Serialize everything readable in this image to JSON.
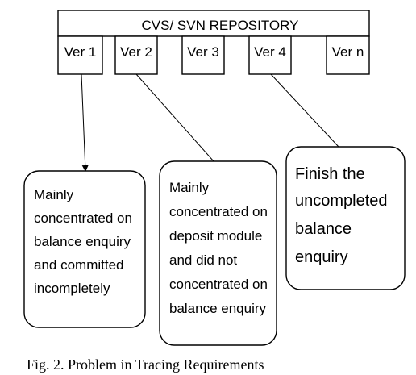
{
  "repository": {
    "title": "CVS/ SVN REPOSITORY",
    "versions": [
      {
        "label": "Ver 1"
      },
      {
        "label": "Ver 2"
      },
      {
        "label": "Ver 3"
      },
      {
        "label": "Ver 4"
      },
      {
        "label": "Ver n"
      }
    ]
  },
  "notes": [
    {
      "lines": [
        "Mainly",
        "concentrated on",
        "balance enquiry",
        "and committed",
        "incompletely"
      ]
    },
    {
      "lines": [
        "Mainly",
        "concentrated on",
        "deposit module",
        "and did not",
        "concentrated on",
        "balance enquiry"
      ]
    },
    {
      "lines": [
        "Finish the",
        "uncompleted",
        "balance",
        "enquiry"
      ]
    }
  ],
  "caption": "Fig. 2. Problem in Tracing Requirements"
}
